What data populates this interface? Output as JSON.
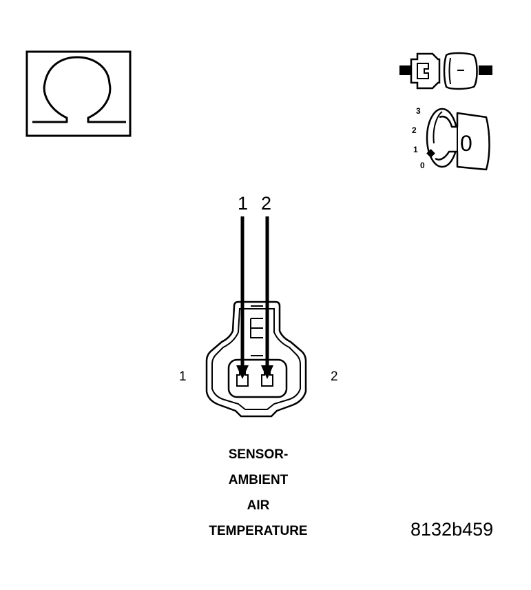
{
  "diagram": {
    "meter_symbol": "Ω",
    "pin_labels_top": [
      "1",
      "2"
    ],
    "pin_labels_side": [
      "1",
      "2"
    ],
    "ignition_positions": [
      "3",
      "2",
      "1",
      "0"
    ],
    "ignition_key_label": "0",
    "caption_lines": [
      "SENSOR-",
      "AMBIENT",
      "AIR",
      "TEMPERATURE"
    ],
    "figure_id": "8132b459"
  }
}
